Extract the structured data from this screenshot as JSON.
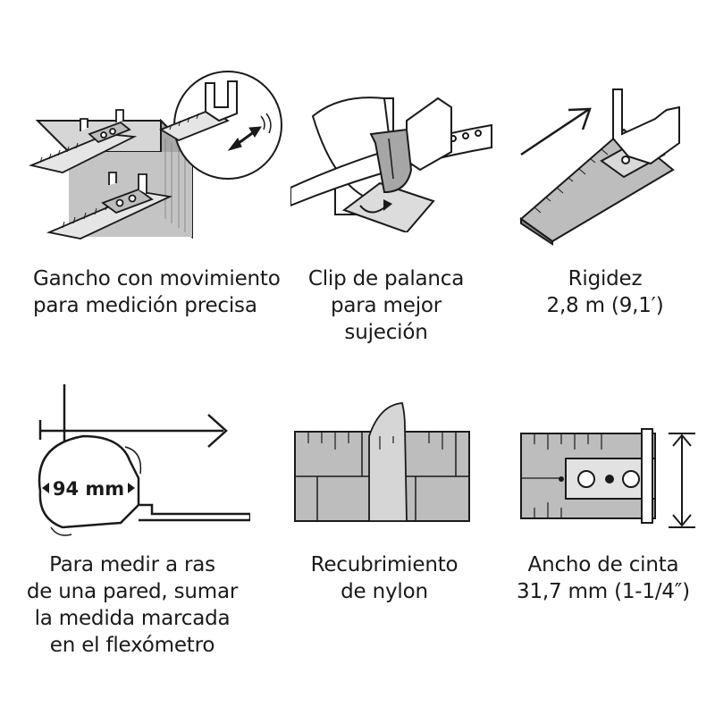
{
  "features": [
    {
      "id": "gancho",
      "illustration": "sliding-hook-illustration",
      "caption": [
        "Gancho con movimiento",
        "para medición precisa"
      ]
    },
    {
      "id": "clip",
      "illustration": "belt-clip-illustration",
      "caption": [
        "Clip de palanca",
        "para mejor",
        "sujeción"
      ]
    },
    {
      "id": "rigidez",
      "illustration": "tape-standout-illustration",
      "caption": [
        "Rigidez",
        "2,8 m (9,1′)"
      ]
    },
    {
      "id": "ras",
      "illustration": "case-measure-illustration",
      "case_label": "94 mm",
      "caption": [
        "Para medir a ras",
        "de una pared, sumar",
        "la medida marcada",
        "en el flexómetro"
      ]
    },
    {
      "id": "nylon",
      "illustration": "nylon-coating-illustration",
      "caption": [
        "Recubrimiento",
        "de nylon"
      ]
    },
    {
      "id": "ancho",
      "illustration": "tape-width-illustration",
      "caption": [
        "Ancho de cinta",
        "31,7 mm (1-1/4″)"
      ]
    }
  ],
  "colors": {
    "ink": "#1a1a1a",
    "tape_gray": "#b9b9b9",
    "wood_gray": "#bdbdbd",
    "light_gray": "#d9d9d9"
  }
}
